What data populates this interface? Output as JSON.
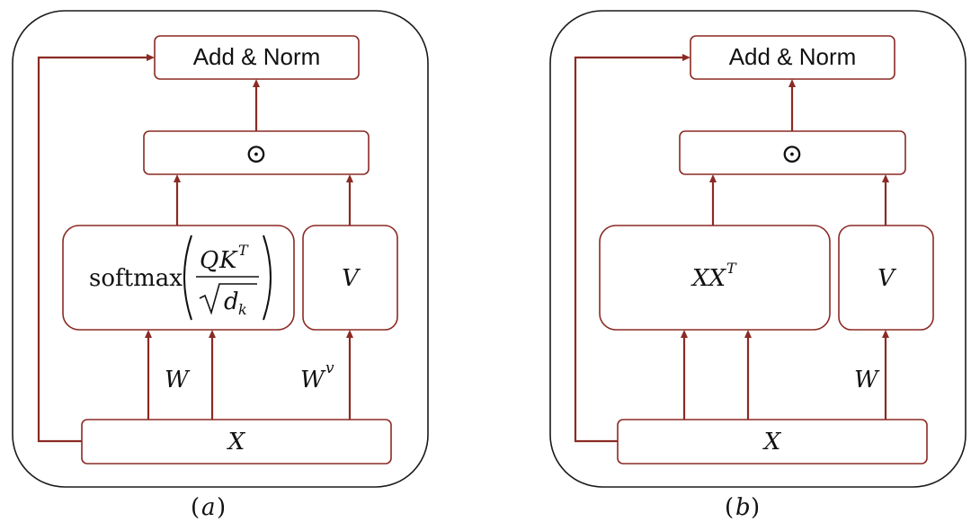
{
  "colors": {
    "accent": "#8b2a24",
    "frame": "#1a1a1a"
  },
  "panel_a": {
    "caption_open": "(",
    "caption_letter": "a",
    "caption_close": ")",
    "add_norm": "Add & Norm",
    "combine_symbol": "⊙",
    "softmax_word": "softmax",
    "q": "Q",
    "k": "K",
    "t": "T",
    "d": "d",
    "dk_sub": "k",
    "v_box": "V",
    "w_label": "W",
    "wv_base": "W",
    "wv_sup": "v",
    "x_box": "X"
  },
  "panel_b": {
    "caption_open": "(",
    "caption_letter": "b",
    "caption_close": ")",
    "add_norm": "Add & Norm",
    "combine_symbol": "⊙",
    "xx_base": "XX",
    "xx_sup": "T",
    "v_box": "V",
    "w_label": "W",
    "x_box": "X"
  }
}
